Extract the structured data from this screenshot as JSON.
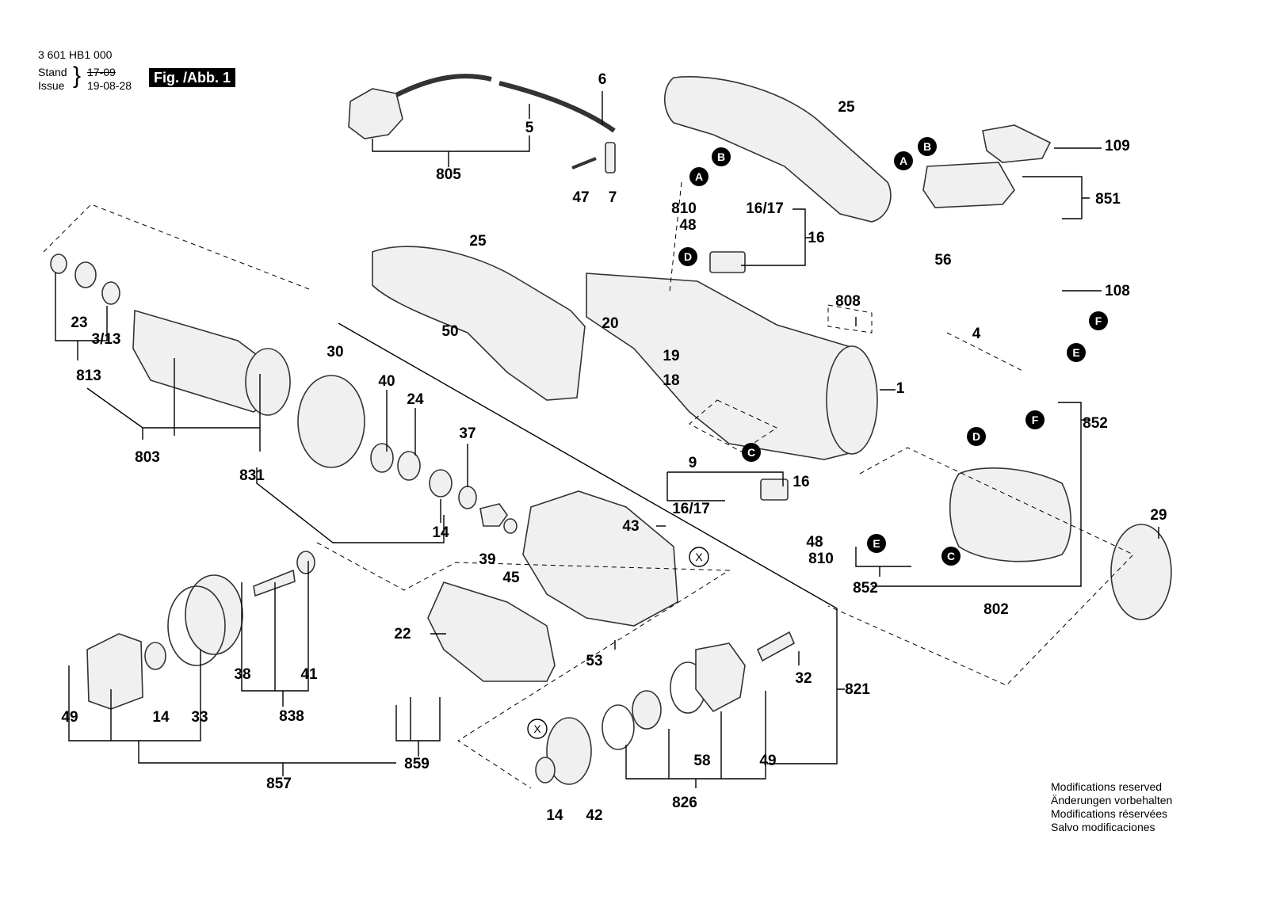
{
  "header": {
    "part_number": "3 601 HB1 000",
    "stand_label": "Stand",
    "stand_value": "17-09",
    "issue_label": "Issue",
    "issue_value": "19-08-28",
    "figure_label": "Fig. /Abb. 1"
  },
  "notes": [
    "Modifications reserved",
    "Änderungen vorbehalten",
    "Modifications réservées",
    "Salvo modificaciones"
  ],
  "colors": {
    "line": "#000000",
    "part_fill": "#f0f0f0",
    "part_stroke": "#333333",
    "marker_fill": "#000000",
    "marker_text": "#ffffff"
  },
  "callouts": [
    {
      "id": "c6",
      "text": "6"
    },
    {
      "id": "c5",
      "text": "5"
    },
    {
      "id": "c805",
      "text": "805"
    },
    {
      "id": "c25a",
      "text": "25"
    },
    {
      "id": "c47",
      "text": "47"
    },
    {
      "id": "c7",
      "text": "7"
    },
    {
      "id": "c810a",
      "text": "810"
    },
    {
      "id": "c48a",
      "text": "48"
    },
    {
      "id": "c1617a",
      "text": "16/17"
    },
    {
      "id": "c16a",
      "text": "16"
    },
    {
      "id": "c109",
      "text": "109"
    },
    {
      "id": "c851",
      "text": "851"
    },
    {
      "id": "c56",
      "text": "56"
    },
    {
      "id": "c108",
      "text": "108"
    },
    {
      "id": "c4",
      "text": "4"
    },
    {
      "id": "c25b",
      "text": "25"
    },
    {
      "id": "c808",
      "text": "808"
    },
    {
      "id": "c1",
      "text": "1"
    },
    {
      "id": "c23",
      "text": "23"
    },
    {
      "id": "c313",
      "text": "3/13"
    },
    {
      "id": "c813",
      "text": "813"
    },
    {
      "id": "c30",
      "text": "30"
    },
    {
      "id": "c40",
      "text": "40"
    },
    {
      "id": "c24",
      "text": "24"
    },
    {
      "id": "c50",
      "text": "50"
    },
    {
      "id": "c20",
      "text": "20"
    },
    {
      "id": "c19",
      "text": "19"
    },
    {
      "id": "c18",
      "text": "18"
    },
    {
      "id": "c37",
      "text": "37"
    },
    {
      "id": "c803",
      "text": "803"
    },
    {
      "id": "c831",
      "text": "831"
    },
    {
      "id": "c14a",
      "text": "14"
    },
    {
      "id": "c9",
      "text": "9"
    },
    {
      "id": "c16b",
      "text": "16"
    },
    {
      "id": "c1617b",
      "text": "16/17"
    },
    {
      "id": "c48b",
      "text": "48"
    },
    {
      "id": "c810b",
      "text": "810"
    },
    {
      "id": "c852a",
      "text": "852"
    },
    {
      "id": "c29",
      "text": "29"
    },
    {
      "id": "c852b",
      "text": "852"
    },
    {
      "id": "c802",
      "text": "802"
    },
    {
      "id": "c43",
      "text": "43"
    },
    {
      "id": "c39",
      "text": "39"
    },
    {
      "id": "c45",
      "text": "45"
    },
    {
      "id": "c22",
      "text": "22"
    },
    {
      "id": "c53",
      "text": "53"
    },
    {
      "id": "c32",
      "text": "32"
    },
    {
      "id": "c821",
      "text": "821"
    },
    {
      "id": "c38",
      "text": "38"
    },
    {
      "id": "c41",
      "text": "41"
    },
    {
      "id": "c838",
      "text": "838"
    },
    {
      "id": "c49a",
      "text": "49"
    },
    {
      "id": "c14b",
      "text": "14"
    },
    {
      "id": "c33",
      "text": "33"
    },
    {
      "id": "c859",
      "text": "859"
    },
    {
      "id": "c857",
      "text": "857"
    },
    {
      "id": "c58",
      "text": "58"
    },
    {
      "id": "c49b",
      "text": "49"
    },
    {
      "id": "c826",
      "text": "826"
    },
    {
      "id": "c14c",
      "text": "14"
    },
    {
      "id": "c42",
      "text": "42"
    }
  ],
  "markers": [
    {
      "id": "mB1",
      "text": "B"
    },
    {
      "id": "mA1",
      "text": "A"
    },
    {
      "id": "mA2",
      "text": "A"
    },
    {
      "id": "mB2",
      "text": "B"
    },
    {
      "id": "mD1",
      "text": "D"
    },
    {
      "id": "mF1",
      "text": "F"
    },
    {
      "id": "mE1",
      "text": "E"
    },
    {
      "id": "mF2",
      "text": "F"
    },
    {
      "id": "mD2",
      "text": "D"
    },
    {
      "id": "mC1",
      "text": "C"
    },
    {
      "id": "mE2",
      "text": "E"
    },
    {
      "id": "mC2",
      "text": "C"
    }
  ],
  "x_markers": [
    {
      "id": "x1",
      "text": "X"
    },
    {
      "id": "x2",
      "text": "X"
    }
  ]
}
